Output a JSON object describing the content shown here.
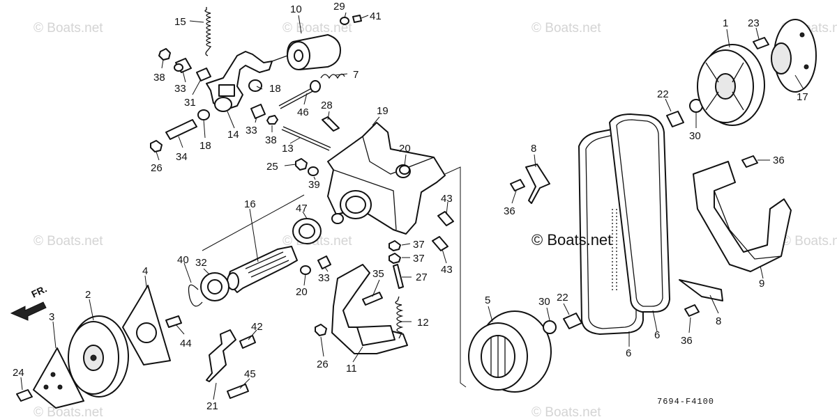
{
  "watermarks": [
    "© Boats.net",
    "© Boats.net",
    "© Boats.net",
    "© Boats.net",
    "© Boats.net",
    "© Boats.net",
    "© Boats.net",
    "© Boats.net",
    "© Boats.net"
  ],
  "center_watermark": "© Boats.net",
  "front_label": "FR.",
  "diagram_code": "7694-F4100",
  "callouts": [
    "1",
    "2",
    "3",
    "4",
    "5",
    "6",
    "6",
    "7",
    "8",
    "8",
    "9",
    "10",
    "11",
    "12",
    "13",
    "14",
    "15",
    "16",
    "17",
    "18",
    "18",
    "19",
    "20",
    "20",
    "21",
    "22",
    "22",
    "23",
    "24",
    "25",
    "26",
    "26",
    "27",
    "28",
    "29",
    "30",
    "30",
    "31",
    "32",
    "33",
    "33",
    "33",
    "34",
    "35",
    "36",
    "36",
    "36",
    "37",
    "37",
    "38",
    "38",
    "39",
    "40",
    "41",
    "42",
    "43",
    "43",
    "44",
    "45",
    "46",
    "47"
  ]
}
